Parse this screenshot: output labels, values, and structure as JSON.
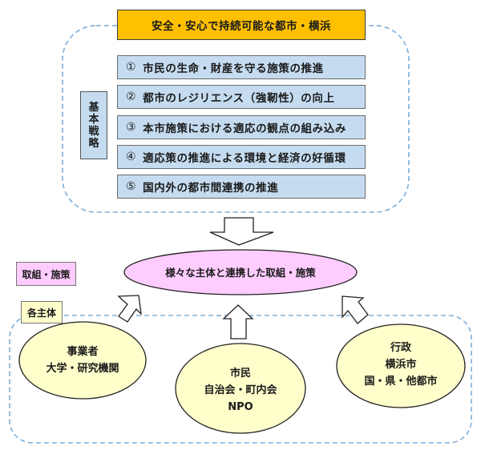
{
  "title": "安全・安心で持続可能な都市・横浜",
  "strategy": {
    "label_chars": [
      "基",
      "本",
      "戦",
      "略"
    ],
    "items": [
      {
        "num": "①",
        "text": "市民の生命・財産を守る施策の推進"
      },
      {
        "num": "②",
        "text": "都市のレジリエンス（強靭性）の向上"
      },
      {
        "num": "③",
        "text": "本市施策における適応の観点の組み込み"
      },
      {
        "num": "④",
        "text": "適応策の推進による環境と経済の好循環"
      },
      {
        "num": "⑤",
        "text": "国内外の都市間連携の推進"
      }
    ]
  },
  "actions": {
    "label": "取組・施策",
    "center": "様々な主体と連携した取組・施策"
  },
  "actors": {
    "label": "各主体",
    "groups": [
      {
        "lines": [
          "事業者",
          "大学・研究機関"
        ]
      },
      {
        "lines": [
          "市民",
          "自治会・町内会",
          "NPO"
        ]
      },
      {
        "lines": [
          "行政",
          "横浜市",
          "国・県・他都市"
        ]
      }
    ]
  },
  "colors": {
    "title_fill": "#ffc000",
    "strategy_fill": "#c5dcf0",
    "actions_fill": "#ffccff",
    "actors_fill": "#ffffcc",
    "dashed_border": "#7aaedc"
  }
}
